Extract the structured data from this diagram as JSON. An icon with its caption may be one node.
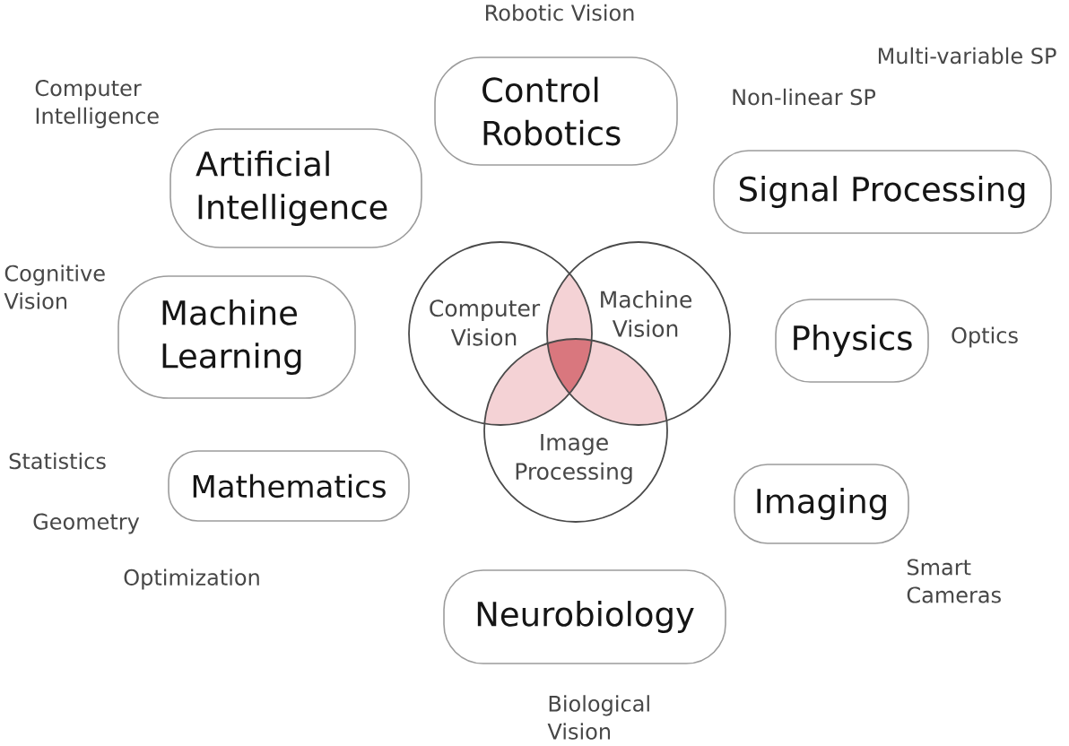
{
  "diagram": {
    "nodes": [
      {
        "text": [
          "Control Robotics"
        ]
      },
      {
        "text": [
          "Artificial Intelligence"
        ]
      },
      {
        "text": [
          "Signal Processing"
        ]
      },
      {
        "text": [
          "Machine Learning"
        ]
      },
      {
        "text": [
          "Computer Vision"
        ]
      },
      {
        "text": [
          "Machine Vision"
        ]
      },
      {
        "text": [
          "Physics"
        ]
      },
      {
        "text": [
          "Image Processing"
        ]
      },
      {
        "text": [
          "Mathematics"
        ]
      },
      {
        "text": [
          "Imaging"
        ]
      },
      {
        "text": [
          "Neurobiology"
        ]
      }
    ],
    "labels": [
      "Robotic Vision",
      "Multi-variable SP",
      "Computer Intelligence",
      "Non-linear SP",
      "Cognitive Vision",
      "Optics",
      "Statistics",
      "Geometry",
      "Optimization",
      "Smart Cameras",
      "Biological Vision"
    ]
  }
}
